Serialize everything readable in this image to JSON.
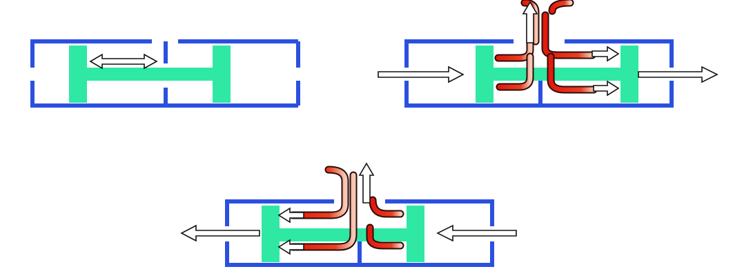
{
  "colors": {
    "valve_body": "#2b50e0",
    "spool": "#2fe8a4",
    "flow_hot": "#e21a0c",
    "flow_cool": "#f6c9b6",
    "arrow_fill": "#ffffff",
    "arrow_outline": "#111111",
    "background": "#ffffff"
  },
  "panels": [
    {
      "id": "valve-1",
      "state": "neutral",
      "spool_motion": "bidirectional"
    },
    {
      "id": "valve-2",
      "state": "flow-to-right",
      "inlet": "left",
      "outlet": "right",
      "exhaust": "top"
    },
    {
      "id": "valve-3",
      "state": "flow-to-left",
      "inlet": "right",
      "outlet": "left",
      "exhaust": "top"
    }
  ]
}
